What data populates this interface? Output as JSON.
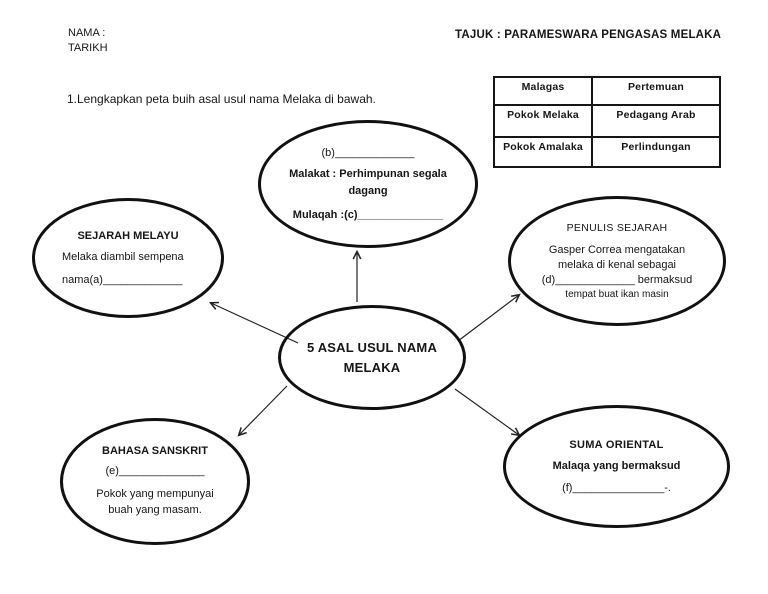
{
  "page": {
    "name_label": "NAMA :",
    "date_label": "TARIKH",
    "title": "TAJUK : PARAMESWARA PENGASAS MELAKA",
    "question": "1.Lengkapkan peta buih asal usul nama Melaka di bawah."
  },
  "answer_table": {
    "rows": [
      [
        "Malagas",
        "Pertemuan"
      ],
      [
        "Pokok Melaka",
        "Pedagang Arab"
      ],
      [
        "Pokok Amalaka",
        "Perlindungan"
      ]
    ]
  },
  "bubble_map": {
    "center": {
      "line1": "5 ASAL USUL NAMA",
      "line2": "MELAKA"
    },
    "top": {
      "line1": "(b)_____________",
      "line2": "Malakat : Perhimpunan segala",
      "line3": "dagang",
      "line4": "Mulaqah :(c)______________"
    },
    "left": {
      "heading": "SEJARAH MELAYU",
      "line1": "Melaka diambil sempena",
      "line2": "nama(a)_____________"
    },
    "right": {
      "heading": "PENULIS SEJARAH",
      "line1": "Gasper Correa mengatakan",
      "line2": "melaka di kenal sebagai",
      "line3": "(d)_____________ bermaksud",
      "line4": "tempat buat ikan masin"
    },
    "bottom_left": {
      "heading": "BAHASA SANSKRIT",
      "line1": "(e)______________",
      "line2": "Pokok yang mempunyai",
      "line3": "buah yang masam."
    },
    "bottom_right": {
      "heading": "SUMA ORIENTAL",
      "line1": "Malaqa yang bermaksud",
      "line2": "(f)_______________-."
    }
  },
  "colors": {
    "ink": "#161616",
    "paper": "#ffffff"
  }
}
